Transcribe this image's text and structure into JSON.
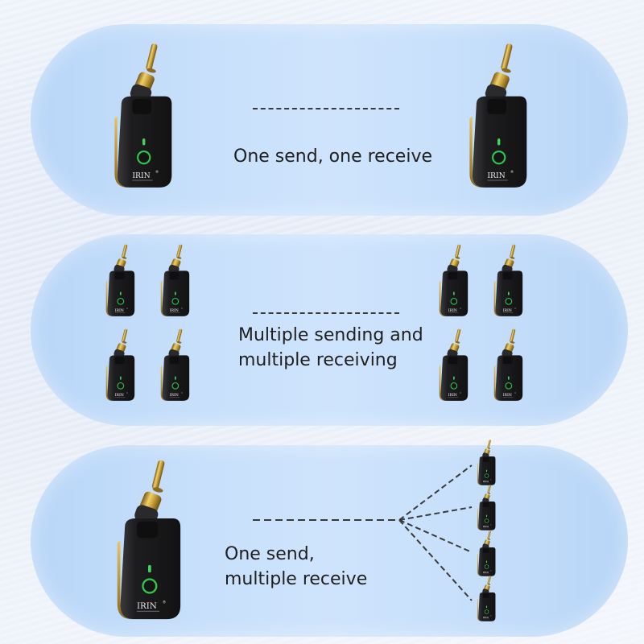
{
  "panels": [
    {
      "id": "one-to-one",
      "caption_lines": [
        "One send, one receive"
      ]
    },
    {
      "id": "many-to-many",
      "caption_lines": [
        "Multiple sending and",
        "multiple receiving"
      ]
    },
    {
      "id": "one-to-many",
      "caption_lines": [
        "One send,",
        "multiple receive"
      ]
    }
  ],
  "device": {
    "brand": "IRIN",
    "registered_mark": "®",
    "colors": {
      "body": "#1c1c1e",
      "gold": "#c9a23c",
      "led": "#3fd45a",
      "ring": "#2ec84a"
    }
  }
}
